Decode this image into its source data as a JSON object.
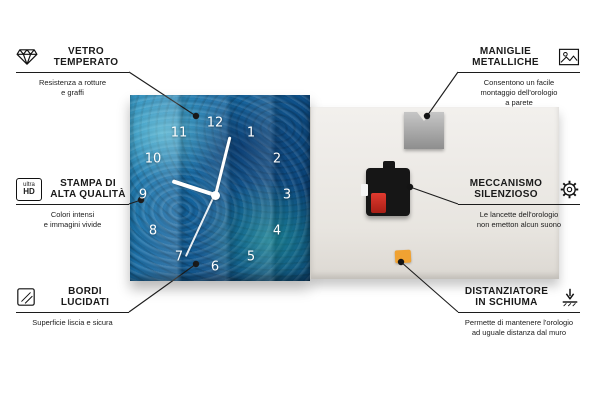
{
  "page": {
    "background": "#ffffff"
  },
  "product": {
    "clock": {
      "numerals": [
        "12",
        "1",
        "2",
        "3",
        "4",
        "5",
        "6",
        "7",
        "8",
        "9",
        "10",
        "11"
      ],
      "face_colors": {
        "base": "#1568a2",
        "teal": "#23b5a3",
        "dark": "#0b3e72"
      }
    },
    "back": {
      "panel_color": "#ece9e4",
      "foam_color": "#f0a232",
      "battery_color": "#d42b2b",
      "plate_color": "#9a9a9a",
      "mechanism_color": "#161616"
    }
  },
  "callouts": {
    "vetro": {
      "icon": "diamond-icon",
      "title": "VETRO\nTEMPERATO",
      "desc": "Resistenza a rotture\ne graffi"
    },
    "stampa": {
      "icon": "ultra-hd-icon",
      "icon_text_top": "ultra",
      "icon_text_bottom": "HD",
      "title": "STAMPA DI\nALTA QUALITÀ",
      "desc": "Colori intensi\ne immagini vivide"
    },
    "bordi": {
      "icon": "polished-edge-icon",
      "title": "BORDI\nLUCIDATI",
      "desc": "Superficie liscia e sicura"
    },
    "maniglie": {
      "icon": "picture-frame-icon",
      "title": "MANIGLIE\nMETALLICHE",
      "desc": "Consentono un facile\nmontaggio dell'orologio\na parete"
    },
    "meccanismo": {
      "icon": "gear-icon",
      "title": "MECCANISMO\nSILENZIOSO",
      "desc": "Le lancette dell'orologio\nnon emetton alcun suono"
    },
    "distanziatore": {
      "icon": "foam-spacer-icon",
      "title": "DISTANZIATORE\nIN SCHIUMA",
      "desc": "Permette di mantenere l'orologio\nad uguale distanza dal muro"
    }
  }
}
